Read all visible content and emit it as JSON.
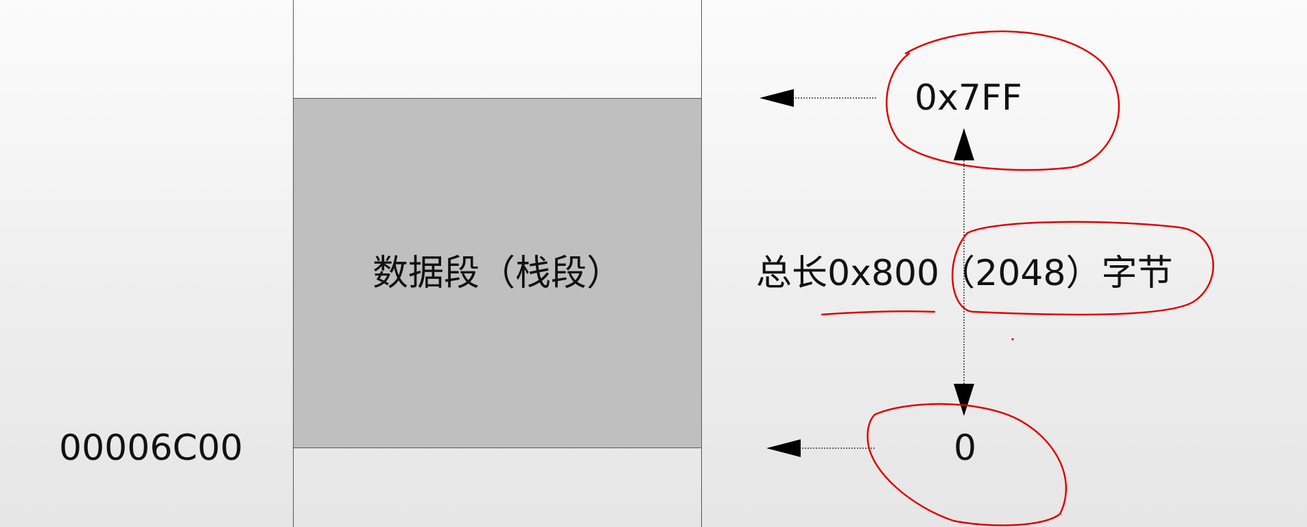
{
  "segment": {
    "label": "数据段（栈段）"
  },
  "address": {
    "start": "00006C00"
  },
  "offsets": {
    "top": "0x7FF",
    "bottom": "0"
  },
  "length": {
    "label": "总长0x800（2048）字节"
  },
  "colors": {
    "segment_fill": "#bfbfbf",
    "annotation": "#e00000",
    "line": "#555555"
  }
}
